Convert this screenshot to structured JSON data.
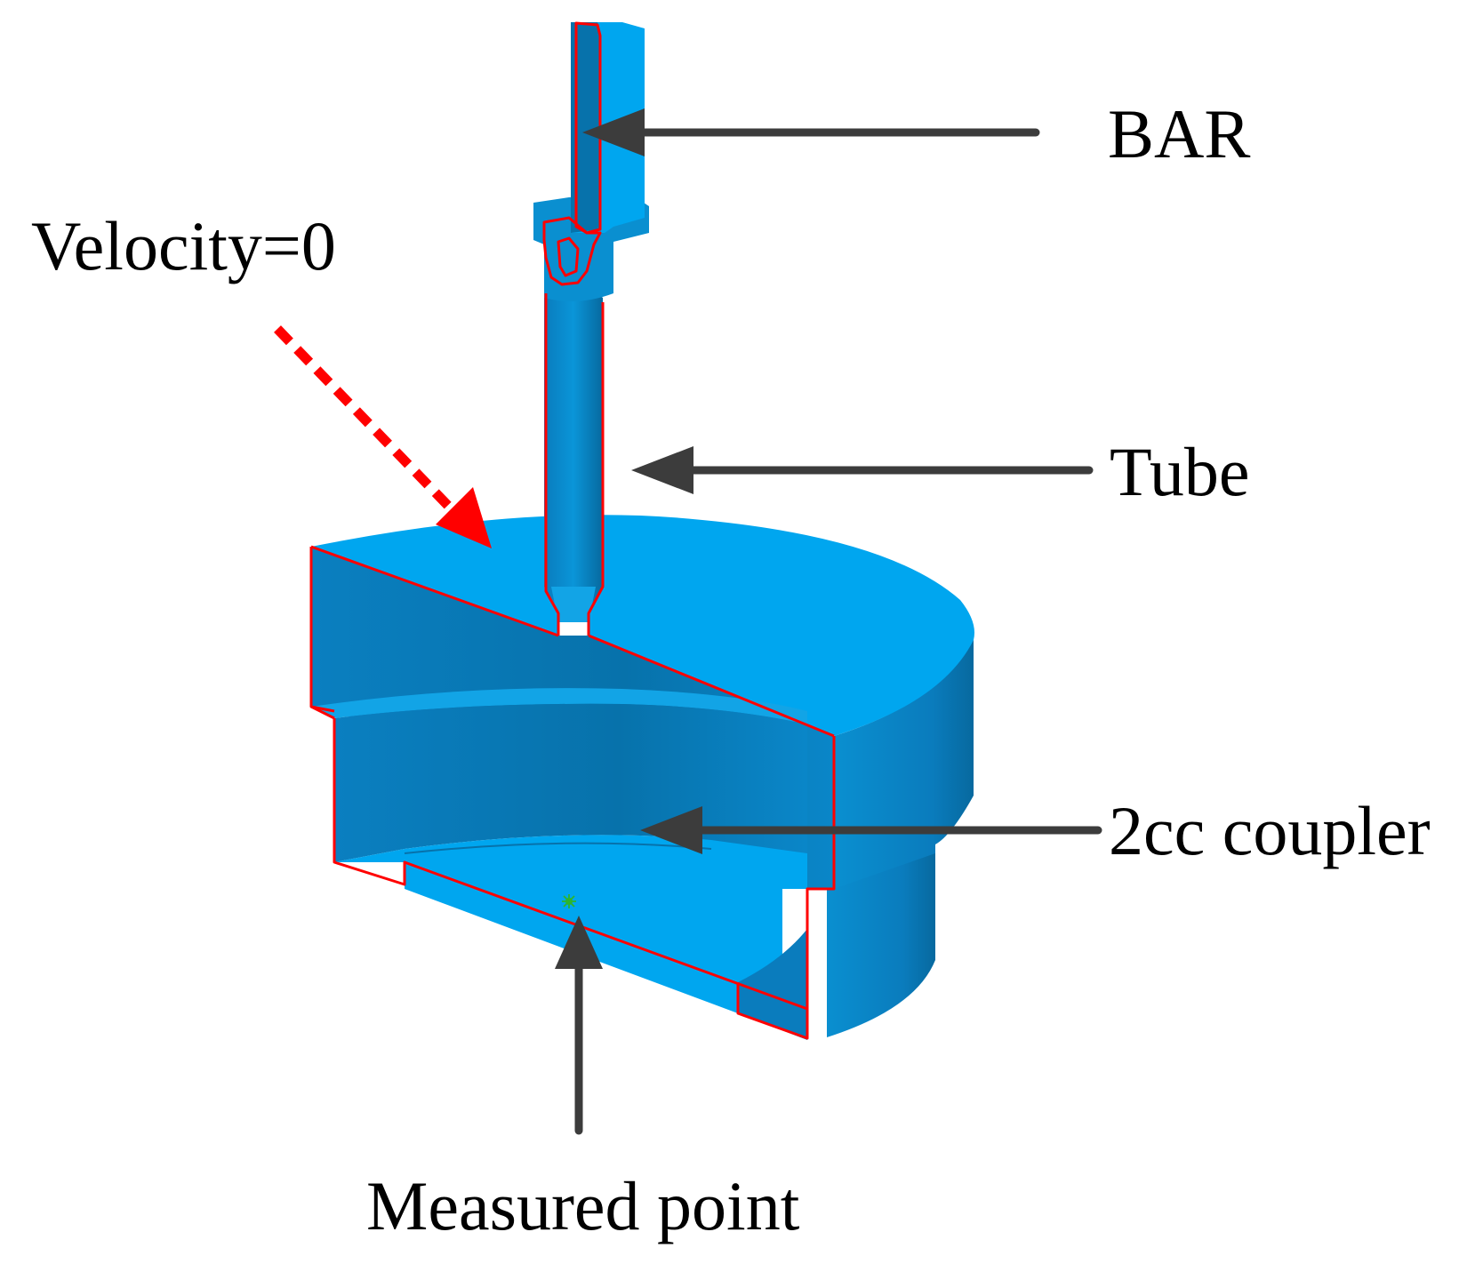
{
  "labels": {
    "bar": "BAR",
    "velocity": "Velocity=0",
    "tube": "Tube",
    "coupler": "2cc coupler",
    "measured_point": "Measured point"
  },
  "colors": {
    "body_light": "#00a6ef",
    "body_mid": "#0a8fd0",
    "body_dark": "#0772ab",
    "section_edge": "#ff0000",
    "arrow": "#3c3c3c",
    "velocity_arrow": "#ff0000",
    "text": "#000000"
  },
  "icons": {
    "measured_point": "green-star-marker"
  }
}
